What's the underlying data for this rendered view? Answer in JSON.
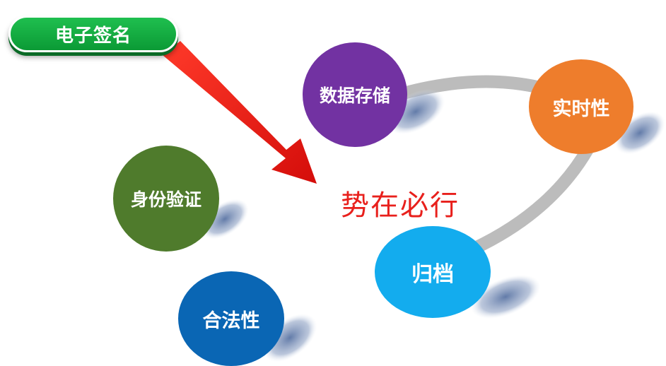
{
  "badge": {
    "label": "电子签名"
  },
  "center": {
    "label": "势在必行"
  },
  "nodes": [
    {
      "label": "数据存储",
      "color": "#7232a2"
    },
    {
      "label": "实时性",
      "color": "#ee7d2c"
    },
    {
      "label": "身份验证",
      "color": "#4f7b2c"
    },
    {
      "label": "归档",
      "color": "#13acee"
    },
    {
      "label": "合法性",
      "color": "#0a66b4"
    }
  ],
  "colors": {
    "arrow": "#e3140f",
    "badge": "#12ad42",
    "connector": "#bcbcbc",
    "shadow": "#6f86ad",
    "center_text": "#e8201c"
  }
}
